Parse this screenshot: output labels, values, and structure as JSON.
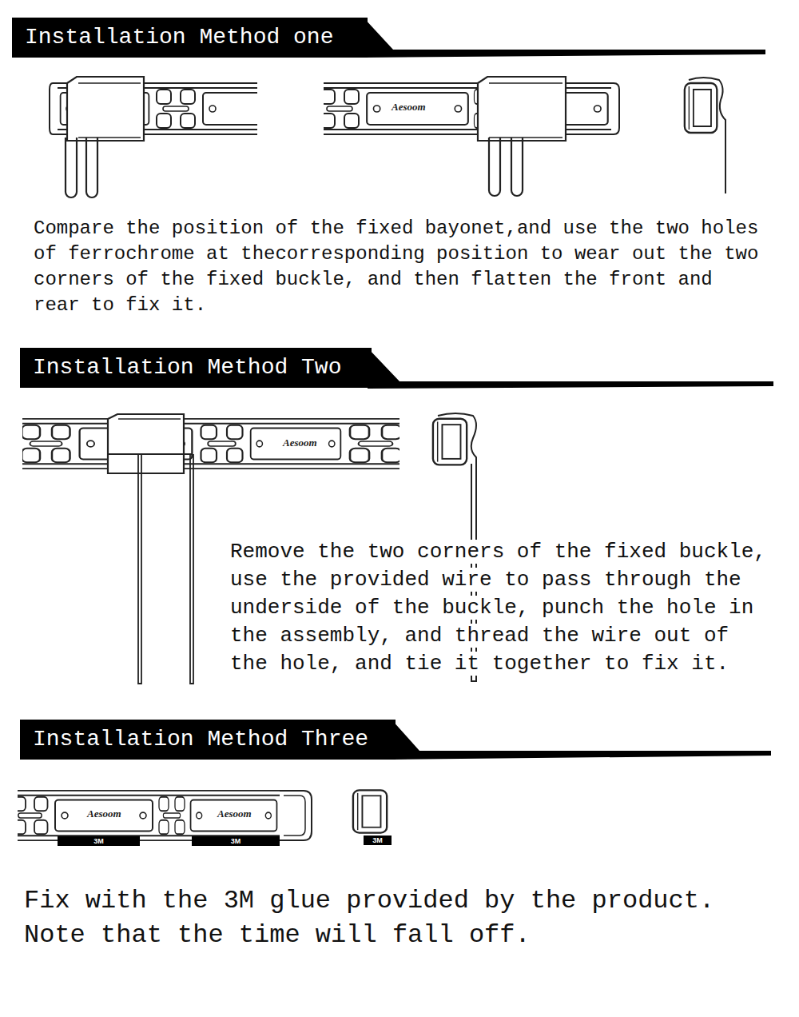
{
  "diagram": {
    "nodes": [
      {
        "text": [
          "Installation Method one"
        ]
      },
      {
        "text": [
          "Installation Method Two"
        ]
      },
      {
        "text": [
          "Installation Method Three"
        ]
      },
      {
        "text": [
          "3M"
        ]
      },
      {
        "text": [
          "3M"
        ]
      },
      {
        "text": [
          "3M"
        ]
      }
    ],
    "labels": [
      "Aesoom",
      "Compare the position of the fixed bayonet,and use the two holes of ferrochrome at thecorresponding position to wear out the two corners of the fixed buckle, and then flatten the front and rear to fix it.",
      "Aesoom",
      "Remove the two corners of the fixed buckle, use the provided wire to pass through the underside of the buckle, punch the hole in the assembly, and thread the wire out of the hole, and tie it together to fix it.",
      "Aesoom",
      "Aesoom",
      "Fix with the 3M glue provided by the product. Note that the time will fall off."
    ]
  }
}
